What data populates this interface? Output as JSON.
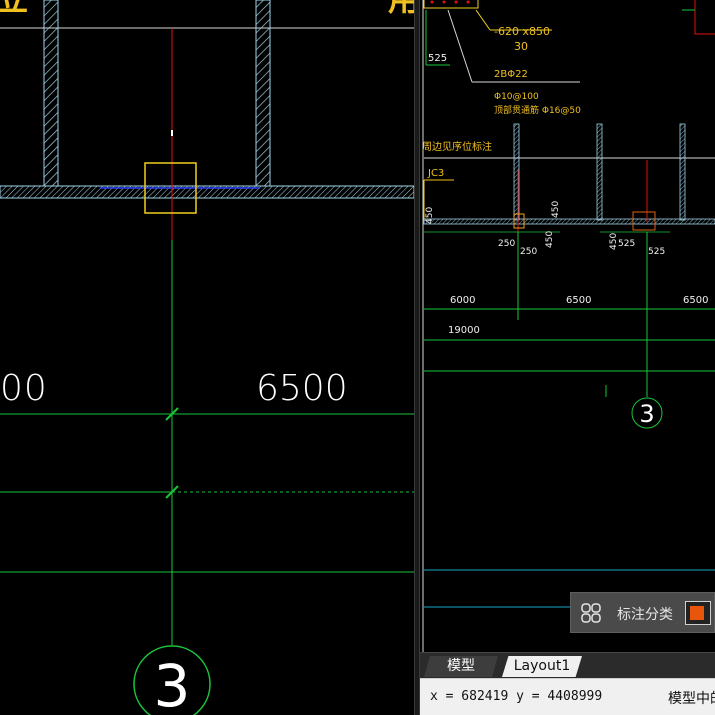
{
  "left_view": {
    "corner_glyphs": {
      "top_left": "立",
      "top_right": "用"
    },
    "dimension_left": "00",
    "dimension_right": "6500",
    "grid_bubble": "3"
  },
  "right_view": {
    "section_dim": "-620 x850",
    "section_dim_sub": "30",
    "dim_525_top": "525",
    "rebar_main": "2BΦ22",
    "stirrup_text": "Φ10@100",
    "top_rebar_text": "顶部贯通筋 Φ16@50",
    "note_text": "周边见序位标注",
    "jc_label": "JC3",
    "small_dims": [
      "450",
      "250",
      "250",
      "450",
      "450",
      "525",
      "450",
      "525"
    ],
    "span_dims": [
      "6000",
      "6500",
      "6500"
    ],
    "total_dim": "19000",
    "grid_bubble": "3"
  },
  "annotation_panel": {
    "label": "标注分类",
    "icon": "grid-cluster-icon",
    "swatch_color": "#e8560c"
  },
  "tabs": [
    {
      "label": "模型"
    },
    {
      "label": "Layout1"
    }
  ],
  "status_bar": {
    "coordinates": "x = 682419  y = 4408999",
    "message": "模型中的"
  },
  "colors": {
    "background": "#000000",
    "grid_line": "#19c63a",
    "wall": "#9fd3e6",
    "axis_red": "#e01010",
    "highlight_yellow": "#f0d020",
    "text_yellow": "#f0c020",
    "text_green": "#19c63a"
  }
}
